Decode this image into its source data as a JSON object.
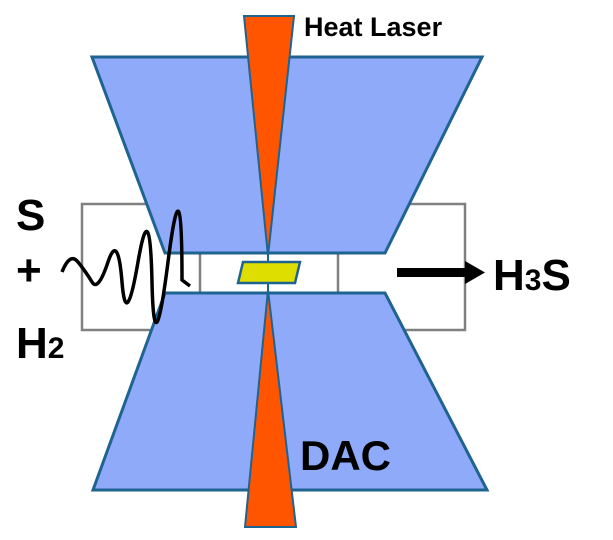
{
  "labels": {
    "heat_laser": "Heat Laser",
    "dac": "DAC",
    "reactant_s": "S",
    "plus": "+",
    "reactant_h": "H",
    "reactant_h_sub": "2",
    "product_h": "H",
    "product_sub": "3",
    "product_s": "S"
  },
  "colors": {
    "anvil_fill": "#8eaaf9",
    "anvil_stroke": "#1f6391",
    "laser_fill": "#ff5500",
    "sample_fill": "#dede00",
    "gasket_stroke": "#808080"
  }
}
